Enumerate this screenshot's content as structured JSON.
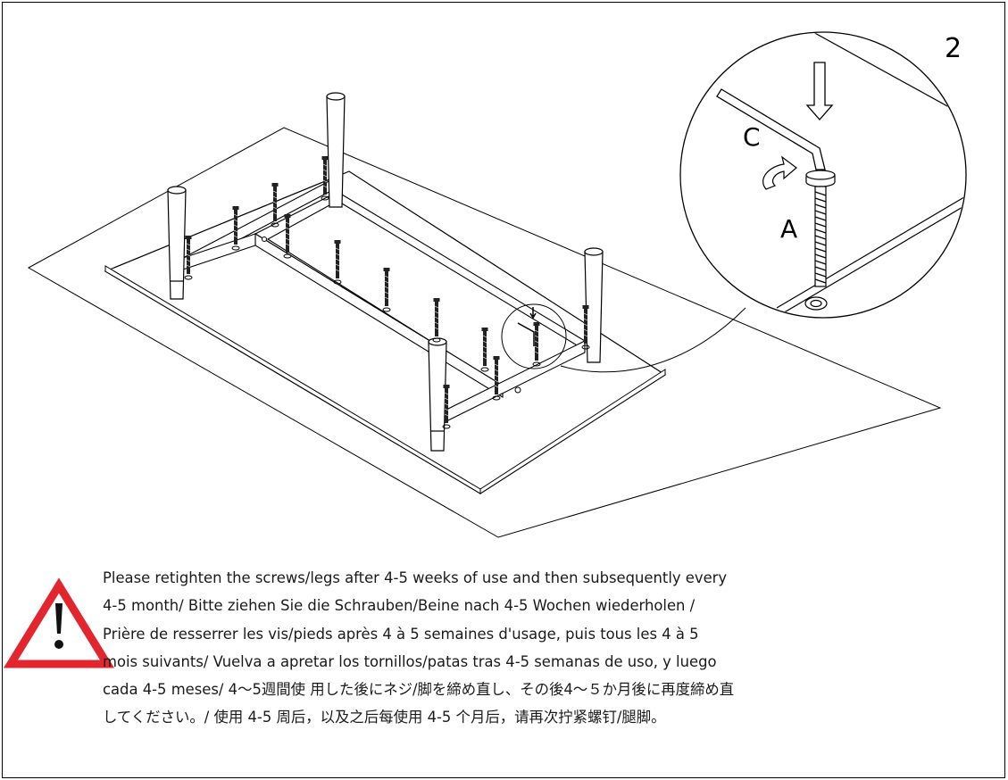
{
  "step": {
    "number": "2"
  },
  "callout": {
    "label_tool": "C",
    "label_screw": "A"
  },
  "warning": {
    "icon": "warning-triangle-icon",
    "color": "#e3262d",
    "lines": [
      "Please retighten the screws/legs after 4-5 weeks of use and then subsequently every",
      "4-5 month/ Bitte ziehen Sie die Schrauben/Beine nach 4-5 Wochen wiederholen /",
      "Prière de resserrer les vis/pieds après 4 à 5 semaines d'usage, puis tous les 4 à 5",
      "mois suivants/ Vuelva a apretar los tornillos/patas tras 4-5 semanas de uso, y luego",
      "cada 4-5 meses/ 4〜5週間使 用した後にネジ/脚を締め直し、その後4〜５か月後に再度締め直",
      "してください。/ 使用 4-5 周后，以及之后每使用 4-5 个月后，请再次拧紧螺钉/腿脚。"
    ]
  }
}
